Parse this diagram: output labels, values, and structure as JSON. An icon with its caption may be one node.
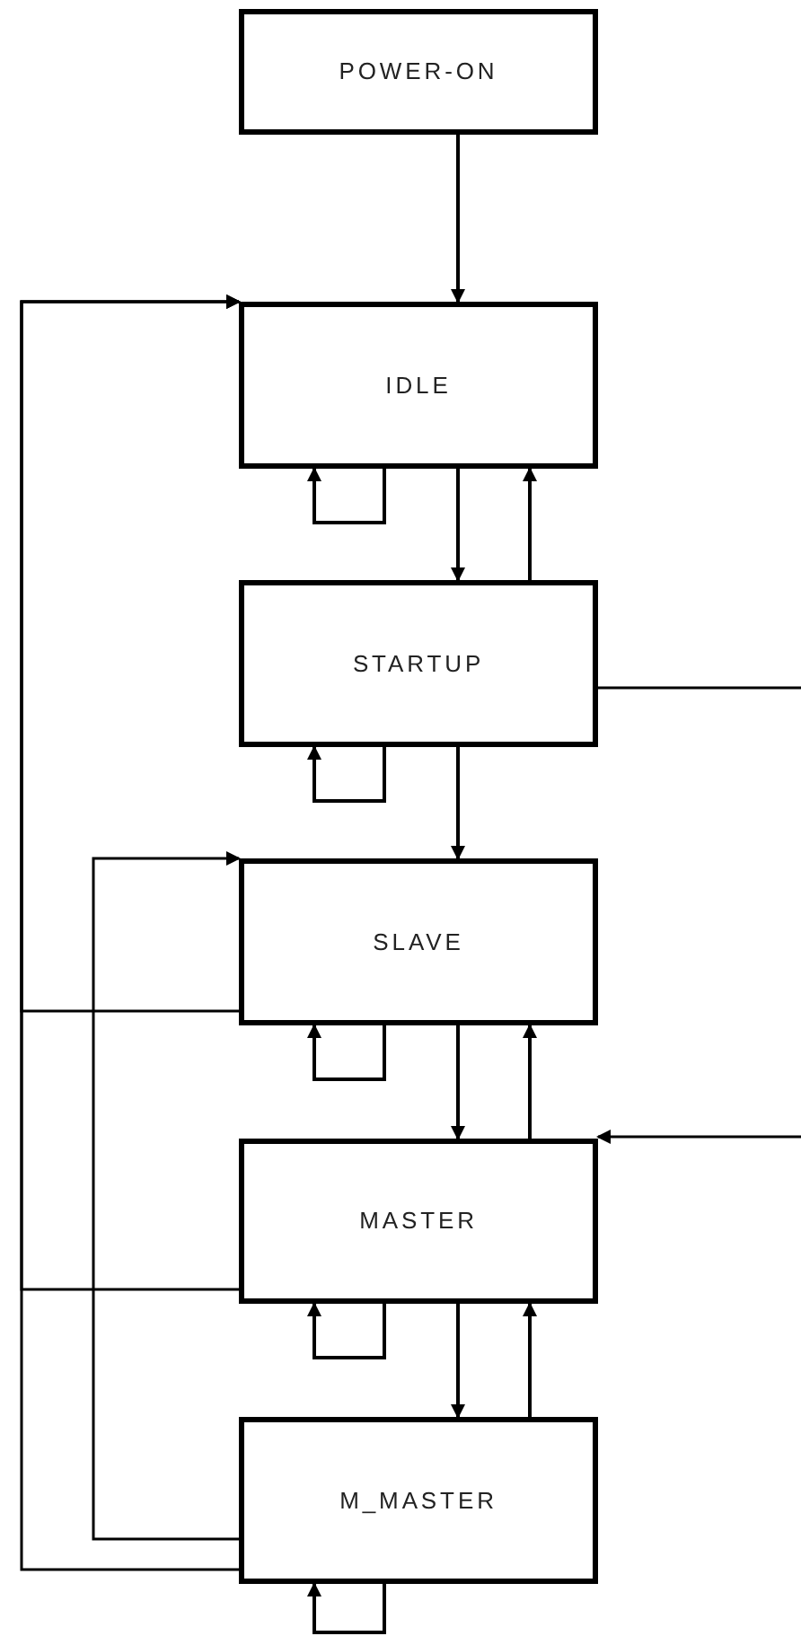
{
  "diagram": {
    "nodes": [
      {
        "text": [
          "POWER-ON"
        ]
      },
      {
        "text": [
          "IDLE"
        ]
      },
      {
        "text": [
          "STARTUP"
        ]
      },
      {
        "text": [
          "SLAVE"
        ]
      },
      {
        "text": [
          "MASTER"
        ]
      },
      {
        "text": [
          "M_MASTER"
        ]
      }
    ],
    "edges": [
      {
        "from": 0,
        "to": 1,
        "arrow": "to"
      },
      {
        "from": 1,
        "to": 1,
        "arrow": "to"
      },
      {
        "from": 1,
        "to": 2,
        "arrow": "to"
      },
      {
        "from": 2,
        "to": 1,
        "arrow": "to"
      },
      {
        "from": 2,
        "to": 2,
        "arrow": "to"
      },
      {
        "from": 2,
        "to": 3,
        "arrow": "to"
      },
      {
        "from": 3,
        "to": 3,
        "arrow": "to"
      },
      {
        "from": 3,
        "to": 4,
        "arrow": "to"
      },
      {
        "from": 4,
        "to": 3,
        "arrow": "to"
      },
      {
        "from": 4,
        "to": 4,
        "arrow": "to"
      },
      {
        "from": 4,
        "to": 5,
        "arrow": "to"
      },
      {
        "from": 5,
        "to": 4,
        "arrow": "to"
      },
      {
        "from": 5,
        "to": 5,
        "arrow": "to"
      },
      {
        "from": 3,
        "to": 1,
        "arrow": "to"
      },
      {
        "from": 4,
        "to": 1,
        "arrow": "to"
      },
      {
        "from": 5,
        "to": 1,
        "arrow": "to"
      },
      {
        "from": 5,
        "to": 3,
        "arrow": "to"
      },
      {
        "from": 2,
        "to": null,
        "arrow": "none"
      },
      {
        "from": null,
        "to": 4,
        "arrow": "to"
      }
    ]
  }
}
